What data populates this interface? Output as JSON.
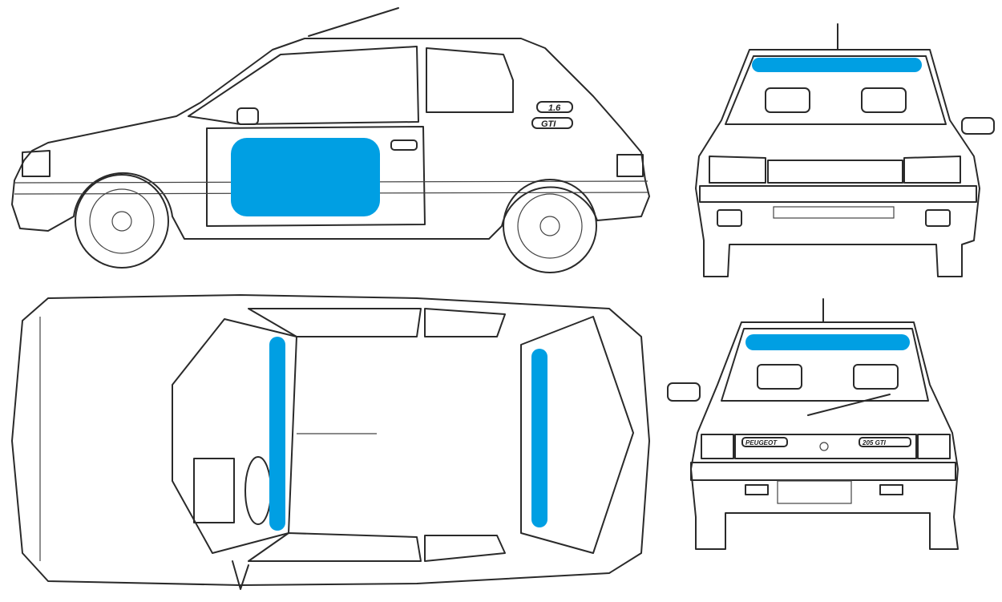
{
  "drawing": {
    "views": [
      "side",
      "front",
      "top",
      "rear"
    ],
    "highlight_color": "#009fe3",
    "line_color": "#2a2a2a",
    "badges": {
      "side_engine": "1.6",
      "side_model": "GTI",
      "rear_brand": "PEUGEOT",
      "rear_model": "205 GTI"
    }
  }
}
